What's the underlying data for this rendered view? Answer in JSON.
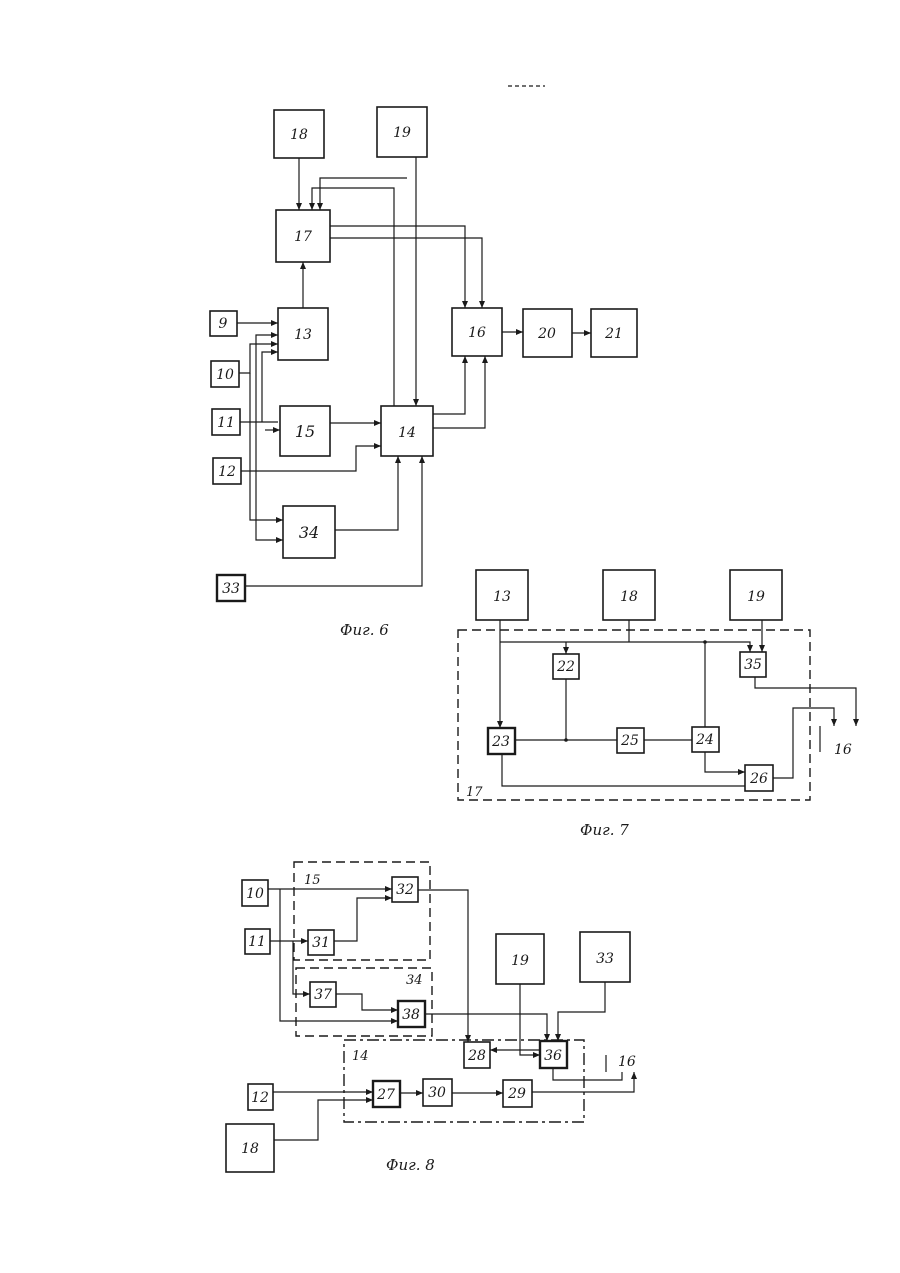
{
  "fig6": {
    "caption": "Фиг. 6",
    "blocks": {
      "b18": "18",
      "b19": "19",
      "b17": "17",
      "b13": "13",
      "b9": "9",
      "b10": "10",
      "b11": "11",
      "b12": "12",
      "b15": "15",
      "b14": "14",
      "b34": "34",
      "b33": "33",
      "b16": "16",
      "b20": "20",
      "b21": "21"
    }
  },
  "fig7": {
    "caption": "Фиг. 7",
    "group_label": "17",
    "output_label": "16",
    "blocks": {
      "b13": "13",
      "b18": "18",
      "b19": "19",
      "b22": "22",
      "b35": "35",
      "b23": "23",
      "b25": "25",
      "b24": "24",
      "b26": "26"
    }
  },
  "fig8": {
    "caption": "Фиг. 8",
    "group_15": "15",
    "group_34": "34",
    "group_14": "14",
    "output_label": "16",
    "blocks": {
      "b10": "10",
      "b11": "11",
      "b31": "31",
      "b32": "32",
      "b37": "37",
      "b38": "38",
      "b19": "19",
      "b33": "33",
      "b28": "28",
      "b36": "36",
      "b12": "12",
      "b27": "27",
      "b30": "30",
      "b29": "29",
      "b18": "18"
    }
  }
}
